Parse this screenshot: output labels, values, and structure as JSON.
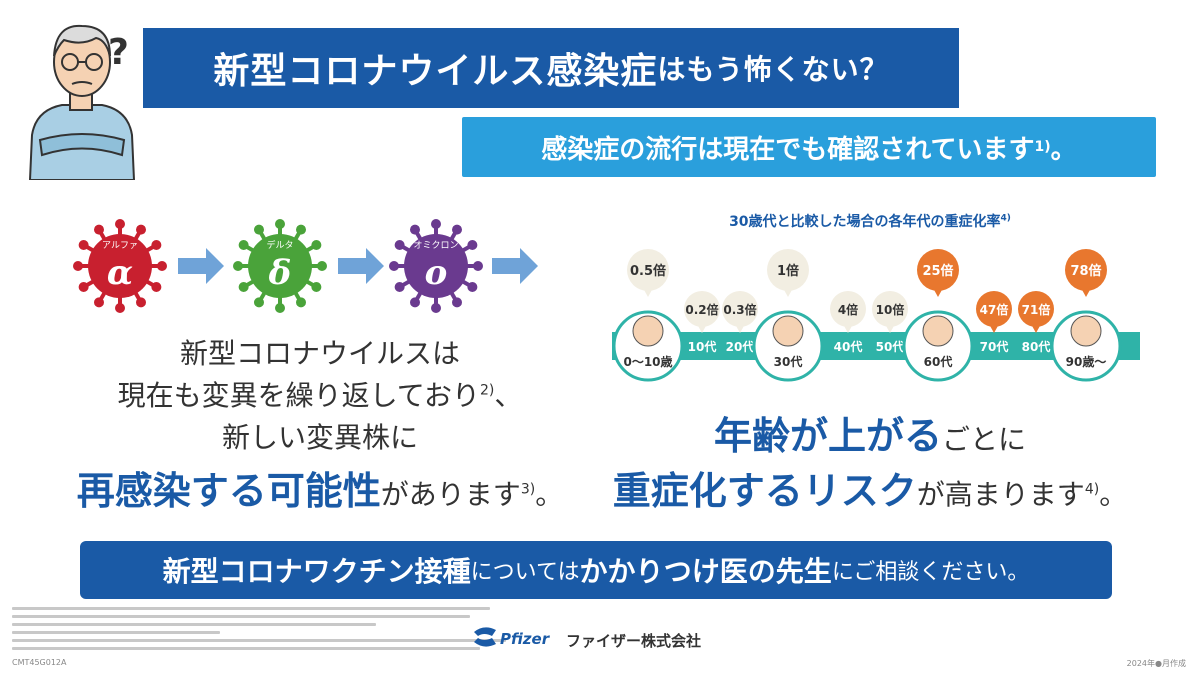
{
  "header": {
    "title_part1": "新型コロナウイルス感染症",
    "title_part2": "はもう怖くない？",
    "subtitle": "感染症の流行は現在でも確認されています",
    "subtitle_ref": "1)",
    "subtitle_end": "。",
    "question_mark": "?"
  },
  "variants": [
    {
      "name": "アルファ",
      "symbol": "α",
      "color": "#c8202f"
    },
    {
      "name": "デルタ",
      "symbol": "δ",
      "color": "#4aa33a"
    },
    {
      "name": "オミクロン",
      "symbol": "o",
      "color": "#6a3a8f"
    }
  ],
  "left_message": {
    "line1": "新型コロナウイルスは",
    "line2": "現在も変異を繰り返しており",
    "line2_ref": "2)",
    "line2_end": "、",
    "line3": "新しい変異株に",
    "line4_emph": "再感染する可能性",
    "line4_rest": "があります",
    "line4_ref": "3)",
    "line4_end": "。"
  },
  "chart_data": {
    "type": "table",
    "title": "30歳代と比較した場合の各年代の重症化率",
    "title_ref": "4)",
    "categories": [
      "0～10歳",
      "10代",
      "20代",
      "30代",
      "40代",
      "50代",
      "60代",
      "70代",
      "80代",
      "90歳～"
    ],
    "labels": [
      "0.5倍",
      "0.2倍",
      "0.3倍",
      "1倍",
      "4倍",
      "10倍",
      "25倍",
      "47倍",
      "71倍",
      "78倍"
    ],
    "values": [
      0.5,
      0.2,
      0.3,
      1,
      4,
      10,
      25,
      47,
      71,
      78
    ],
    "highlight_color": "#e8772e",
    "base_color": "#f2eee2",
    "bar_color": "#2fb3a8"
  },
  "right_message": {
    "line1_emph1": "年齢が上がる",
    "line1_rest": "ごとに",
    "line2_emph": "重症化するリスク",
    "line2_rest": "が高まります",
    "line2_ref": "4)",
    "line2_end": "。"
  },
  "banner": {
    "part1": "新型コロナワクチン接種",
    "part2": "については",
    "part3": "かかりつけ医の先生",
    "part4": "にご相談ください。"
  },
  "footer": {
    "logo": "Pfizer",
    "company": "ファイザー株式会社",
    "code": "CMT45G012A",
    "date": "2024年●月作成"
  },
  "colors": {
    "navy": "#1a5aa6",
    "sky": "#2a9fdc",
    "teal": "#2fb3a8",
    "orange": "#e8772e"
  }
}
